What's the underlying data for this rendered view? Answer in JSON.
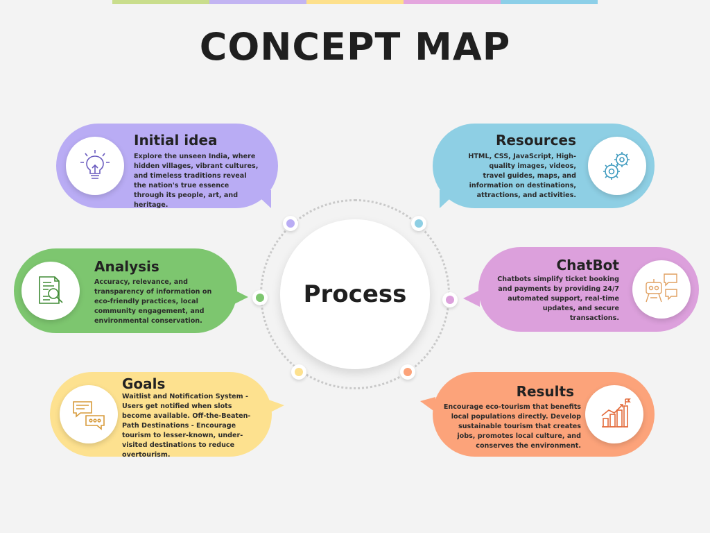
{
  "header": {
    "title": "CONCEPT MAP",
    "bar_colors": [
      "#c9dd8c",
      "#c2b4f2",
      "#fde08c",
      "#e4a6de",
      "#8ccfe8"
    ]
  },
  "center": {
    "label": "Process"
  },
  "nodes": [
    {
      "title": "Initial idea",
      "body": "Explore the unseen India, where hidden villages, vibrant cultures, and timeless traditions reveal the nation's true essence through its people, art, and heritage.",
      "color": "#b9acf4",
      "icon": "lightbulb-icon"
    },
    {
      "title": "Resources",
      "body": "HTML, CSS, JavaScript, High-quality images, videos, travel guides, maps, and information on destinations, attractions, and activities.",
      "color": "#8ecfe4",
      "icon": "gears-icon"
    },
    {
      "title": "Analysis",
      "body": "Accuracy, relevance, and transparency of information on eco-friendly practices, local community engagement, and environmental conservation.",
      "color": "#7dc66f",
      "icon": "document-search-icon"
    },
    {
      "title": "ChatBot",
      "body": "Chatbots simplify ticket booking and payments by providing 24/7 automated support, real-time updates, and secure transactions.",
      "color": "#dca0dc",
      "icon": "robot-chat-icon"
    },
    {
      "title": "Goals",
      "body": "Waitlist and Notification System - Users get notified when slots become available. Off-the-Beaten-Path Destinations - Encourage tourism to lesser-known, under-visited destinations to reduce overtourism.",
      "color": "#fde18f",
      "icon": "chat-bubbles-icon"
    },
    {
      "title": "Results",
      "body": "Encourage eco-tourism that benefits local populations directly. Develop sustainable tourism that creates jobs, promotes local culture, and conserves the environment.",
      "color": "#fca37a",
      "icon": "growth-chart-icon"
    }
  ],
  "dot_colors": [
    "#b9acf4",
    "#8ecfe4",
    "#7dc66f",
    "#dca0dc",
    "#fde18f",
    "#fca37a"
  ]
}
